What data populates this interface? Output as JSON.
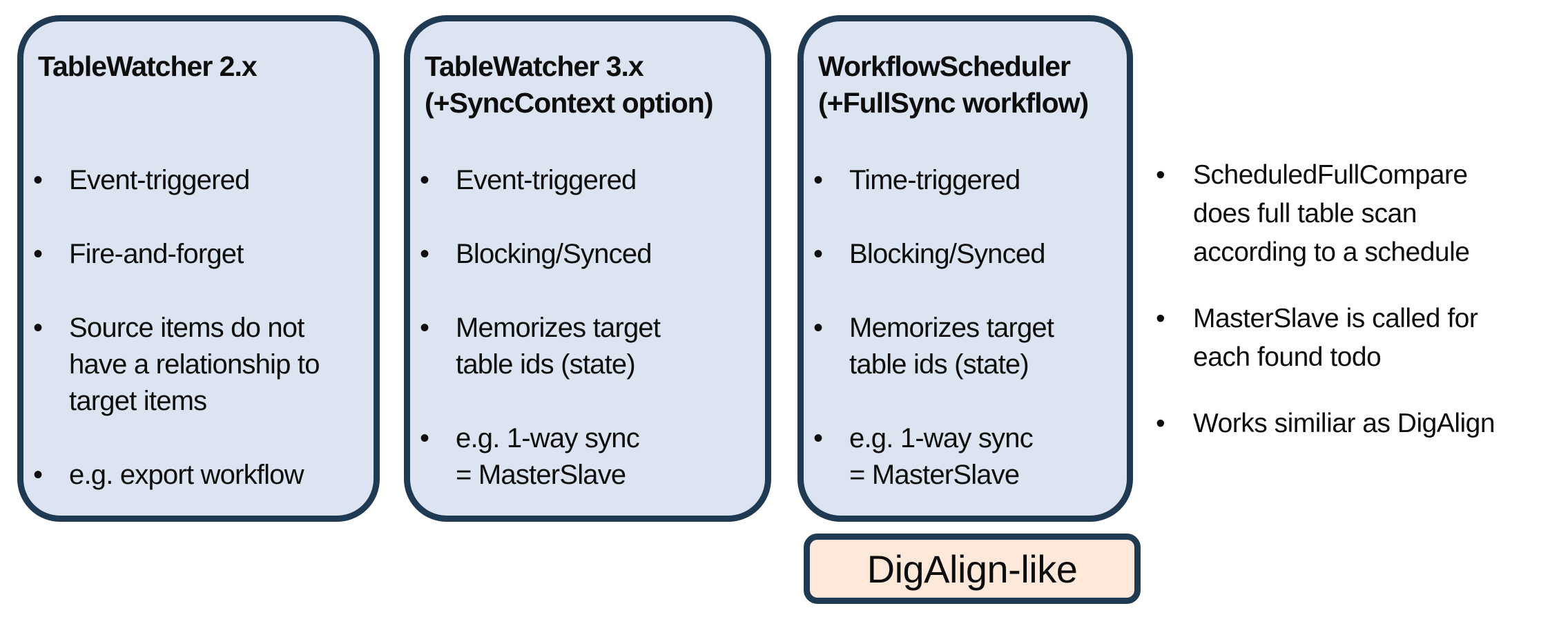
{
  "colors": {
    "card_fill": "#dbe4f0",
    "card_border": "#203a54",
    "tag_fill": "#fde8d9",
    "tag_border": "#203a54",
    "text": "#0d0d0d",
    "background": "#ffffff"
  },
  "cards": [
    {
      "title": "TableWatcher 2.x",
      "bullets": [
        "Event-triggered",
        "Fire-and-forget",
        "Source items do not\nhave a relationship to\ntarget items",
        "e.g. export workflow"
      ]
    },
    {
      "title": "TableWatcher 3.x\n(+SyncContext option)",
      "bullets": [
        "Event-triggered",
        "Blocking/Synced",
        "Memorizes target\ntable ids (state)",
        "e.g. 1-way sync\n= MasterSlave"
      ]
    },
    {
      "title": "WorkflowScheduler\n(+FullSync workflow)",
      "bullets": [
        "Time-triggered",
        "Blocking/Synced",
        "Memorizes target\ntable ids (state)",
        "e.g. 1-way sync\n= MasterSlave"
      ]
    }
  ],
  "side_notes": {
    "bullets": [
      "ScheduledFullCompare\ndoes full table scan\naccording to a schedule",
      "MasterSlave is called for\neach found todo",
      "Works similiar as DigAlign"
    ]
  },
  "tag": {
    "label": "DigAlign-like"
  },
  "bullet_glyph": "•"
}
